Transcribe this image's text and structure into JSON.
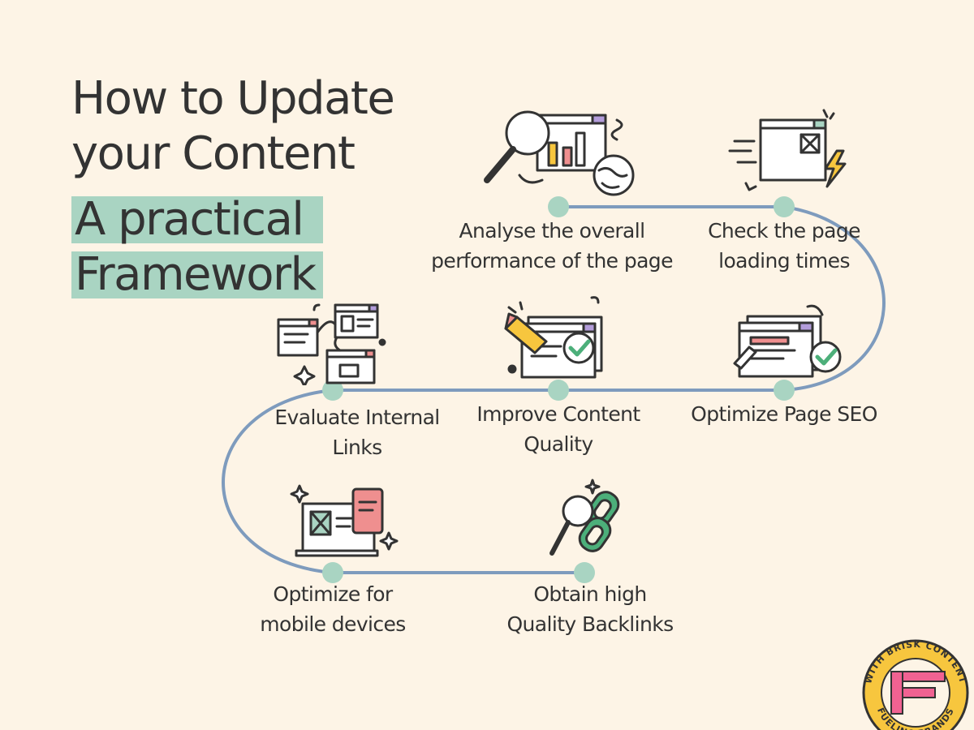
{
  "title": {
    "line1": "How to Update",
    "line2": "your Content",
    "highlight1": "A practical",
    "highlight2": "Framework"
  },
  "steps": [
    {
      "line1": "Analyse the overall",
      "line2": "performance of the page"
    },
    {
      "line1": "Check the page",
      "line2": "loading times"
    },
    {
      "line1": "Optimize Page SEO",
      "line2": ""
    },
    {
      "line1": "Improve Content",
      "line2": "Quality"
    },
    {
      "line1": "Evaluate Internal",
      "line2": "Links"
    },
    {
      "line1": "Optimize for",
      "line2": "mobile devices"
    },
    {
      "line1": "Obtain high",
      "line2": "Quality Backlinks"
    }
  ],
  "badge": {
    "top_text": "WITH BRISK CONTENT",
    "bottom_text": "FUELING BRANDS",
    "logo_letter": "F"
  },
  "colors": {
    "background": "#fdf4e6",
    "path": "#7e9bbd",
    "node": "#a9d4c2",
    "highlight": "#a9d4c2",
    "accent_pink": "#f06292",
    "accent_yellow": "#f7c63e"
  }
}
